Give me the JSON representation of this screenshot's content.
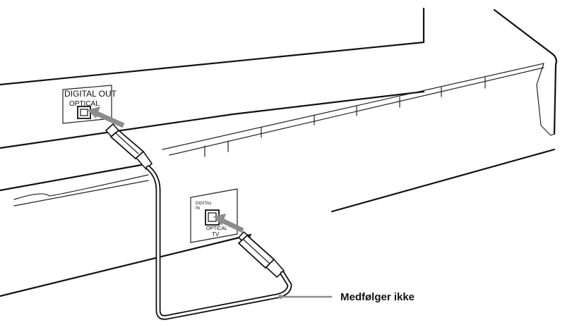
{
  "tv_panel": {
    "header": "DIGITAL OUT",
    "subheader": "OPTICAL"
  },
  "soundbar_panel": {
    "label_top_1": "DIGITAL",
    "label_top_2": "IN",
    "label_mid": "OPTICAL",
    "label_bottom": "TV"
  },
  "callout": {
    "label": "Medfølger ikke"
  },
  "colors": {
    "arrow": "#8c8c8c",
    "cable_outline": "#111111",
    "callout_line": "#8c8c8c"
  }
}
